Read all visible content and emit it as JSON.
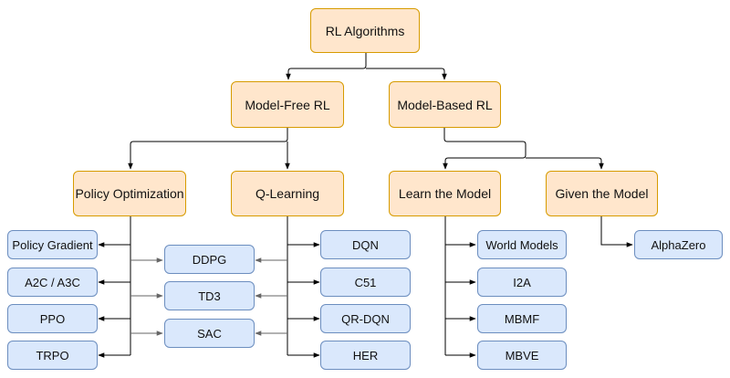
{
  "diagram": {
    "root": "RL Algorithms",
    "model_free": "Model-Free RL",
    "model_based": "Model-Based RL",
    "policy_optimization": "Policy Optimization",
    "q_learning": "Q-Learning",
    "learn_model": "Learn the Model",
    "given_model": "Given the Model",
    "policy_gradient": "Policy Gradient",
    "a2c_a3c": "A2C / A3C",
    "ppo": "PPO",
    "trpo": "TRPO",
    "ddpg": "DDPG",
    "td3": "TD3",
    "sac": "SAC",
    "dqn": "DQN",
    "c51": "C51",
    "qr_dqn": "QR-DQN",
    "her": "HER",
    "world_models": "World Models",
    "i2a": "I2A",
    "mbmf": "MBMF",
    "mbve": "MBVE",
    "alphazero": "AlphaZero"
  },
  "colors": {
    "category_fill": "#ffe6cc",
    "category_border": "#d79b00",
    "algorithm_fill": "#dae8fc",
    "algorithm_border": "#6c8ebf",
    "edge": "#000000",
    "shared_edge": "#666666"
  }
}
